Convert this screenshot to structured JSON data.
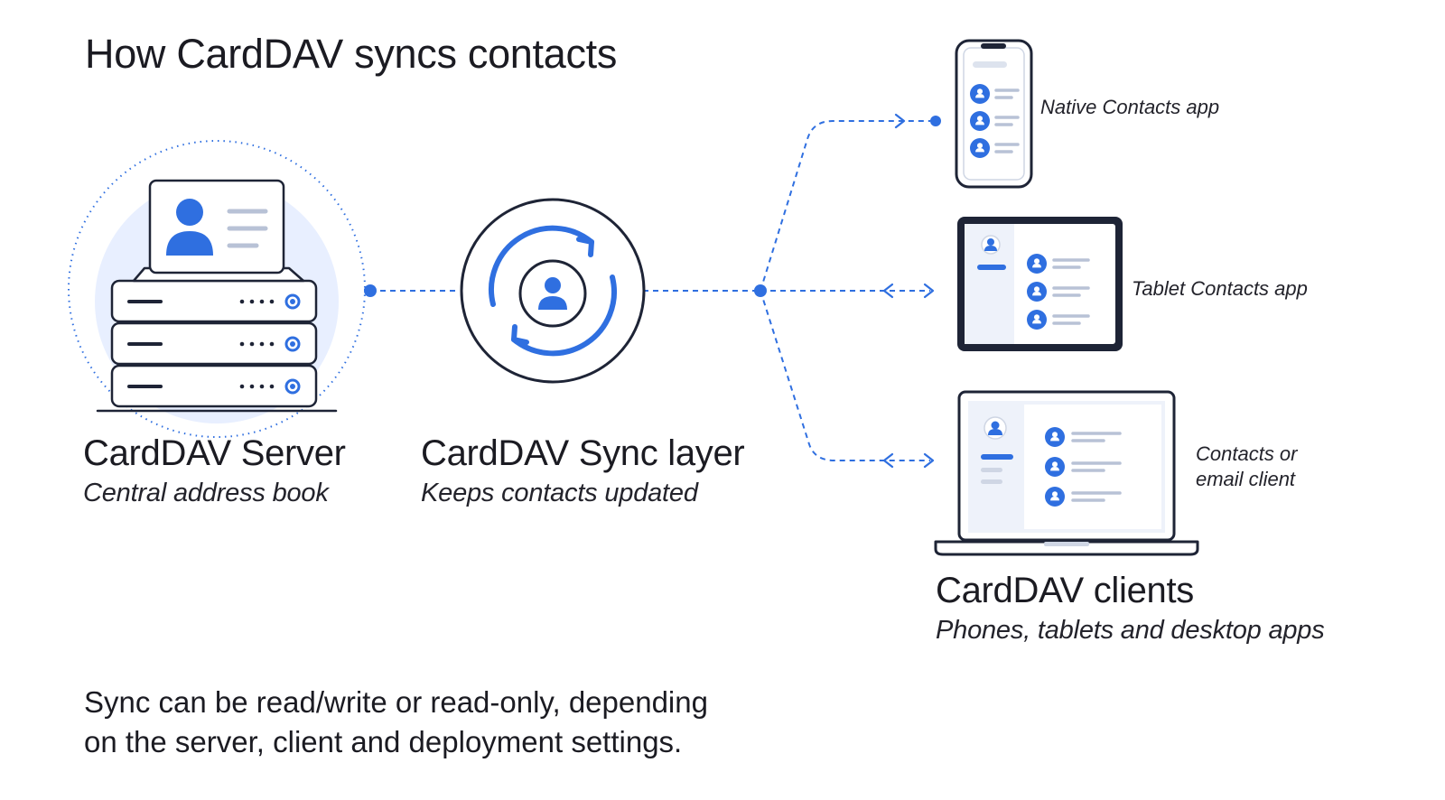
{
  "title": "How CardDAV syncs contacts",
  "server": {
    "label": "CardDAV Server",
    "sublabel": "Central address book"
  },
  "sync": {
    "label": "CardDAV Sync layer",
    "sublabel": "Keeps contacts updated"
  },
  "clients": {
    "label": "CardDAV clients",
    "sublabel": "Phones, tablets and desktop apps",
    "devices": [
      {
        "name": "phone",
        "label": "Native Contacts app"
      },
      {
        "name": "tablet",
        "label": "Tablet Contacts app"
      },
      {
        "name": "laptop",
        "label_line1": "Contacts or",
        "label_line2": "email client"
      }
    ]
  },
  "footnote": {
    "line1": "Sync can be read/write or read-only, depending",
    "line2": "on the server, client and deployment settings."
  },
  "colors": {
    "accent": "#2f6fe0",
    "outline": "#1e2436",
    "halo": "#e8efff",
    "panel": "#eef2fa"
  }
}
